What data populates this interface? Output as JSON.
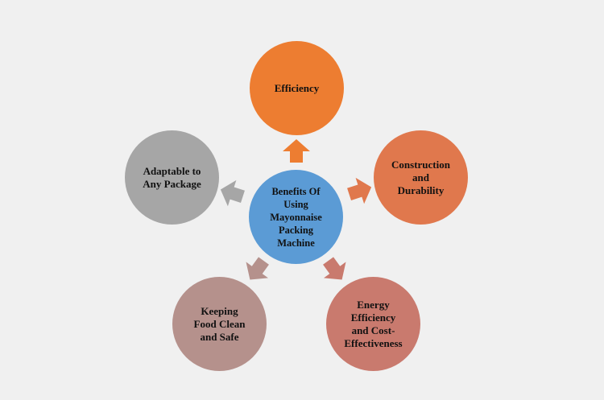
{
  "diagram": {
    "center": {
      "label": "Benefits Of\nUsing\nMayonnaise\nPacking\nMachine",
      "color": "#5b9bd5"
    },
    "nodes": [
      {
        "label": "Efficiency",
        "color": "#ed7d31"
      },
      {
        "label": "Construction\nand\nDurability",
        "color": "#e0784d"
      },
      {
        "label": "Energy\nEfficiency\nand Cost-\nEffectiveness",
        "color": "#c97a6e"
      },
      {
        "label": "Keeping\nFood Clean\nand Safe",
        "color": "#b5918c"
      },
      {
        "label": "Adaptable to\nAny Package",
        "color": "#a6a6a6"
      }
    ],
    "arrow_colors": [
      "#ed7d31",
      "#e0784d",
      "#c97a6e",
      "#b5918c",
      "#a6a6a6"
    ],
    "background": "#f0f0f0"
  }
}
